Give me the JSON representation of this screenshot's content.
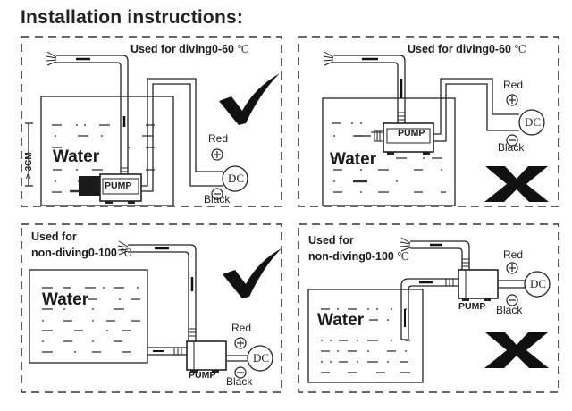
{
  "title": "Installation instructions:",
  "degree_symbol": "℃",
  "panels": [
    {
      "id": "diving-correct",
      "usage_line1": "Used for diving0-60",
      "usage_line2": "",
      "water_label": "Water",
      "pump_label": "PUMP",
      "depth_label": "> 3CM",
      "wire_positive": "Red",
      "wire_negative": "Black",
      "power_label": "DC",
      "positive_symbol": "+",
      "negative_symbol": "−",
      "result": "correct",
      "result_icon": "check-mark-icon"
    },
    {
      "id": "diving-incorrect",
      "usage_line1": "Used for diving0-60",
      "usage_line2": "",
      "water_label": "Water",
      "pump_label": "PUMP",
      "wire_positive": "Red",
      "wire_negative": "Black",
      "power_label": "DC",
      "positive_symbol": "+",
      "negative_symbol": "−",
      "result": "incorrect",
      "result_icon": "cross-mark-icon"
    },
    {
      "id": "non-diving-correct",
      "usage_line1": "Used for",
      "usage_line2": "non-diving0-100",
      "water_label": "Water",
      "pump_label": "PUMP",
      "wire_positive": "Red",
      "wire_negative": "Black",
      "power_label": "DC",
      "positive_symbol": "+",
      "negative_symbol": "−",
      "result": "correct",
      "result_icon": "check-mark-icon"
    },
    {
      "id": "non-diving-incorrect",
      "usage_line1": "Used for",
      "usage_line2": "non-diving0-100",
      "water_label": "Water",
      "pump_label": "PUMP",
      "wire_positive": "Red",
      "wire_negative": "Black",
      "power_label": "DC",
      "positive_symbol": "+",
      "negative_symbol": "−",
      "result": "incorrect",
      "result_icon": "cross-mark-icon"
    }
  ],
  "colors": {
    "ink": "#1a1a1a",
    "border": "#333333",
    "background": "#ffffff"
  }
}
